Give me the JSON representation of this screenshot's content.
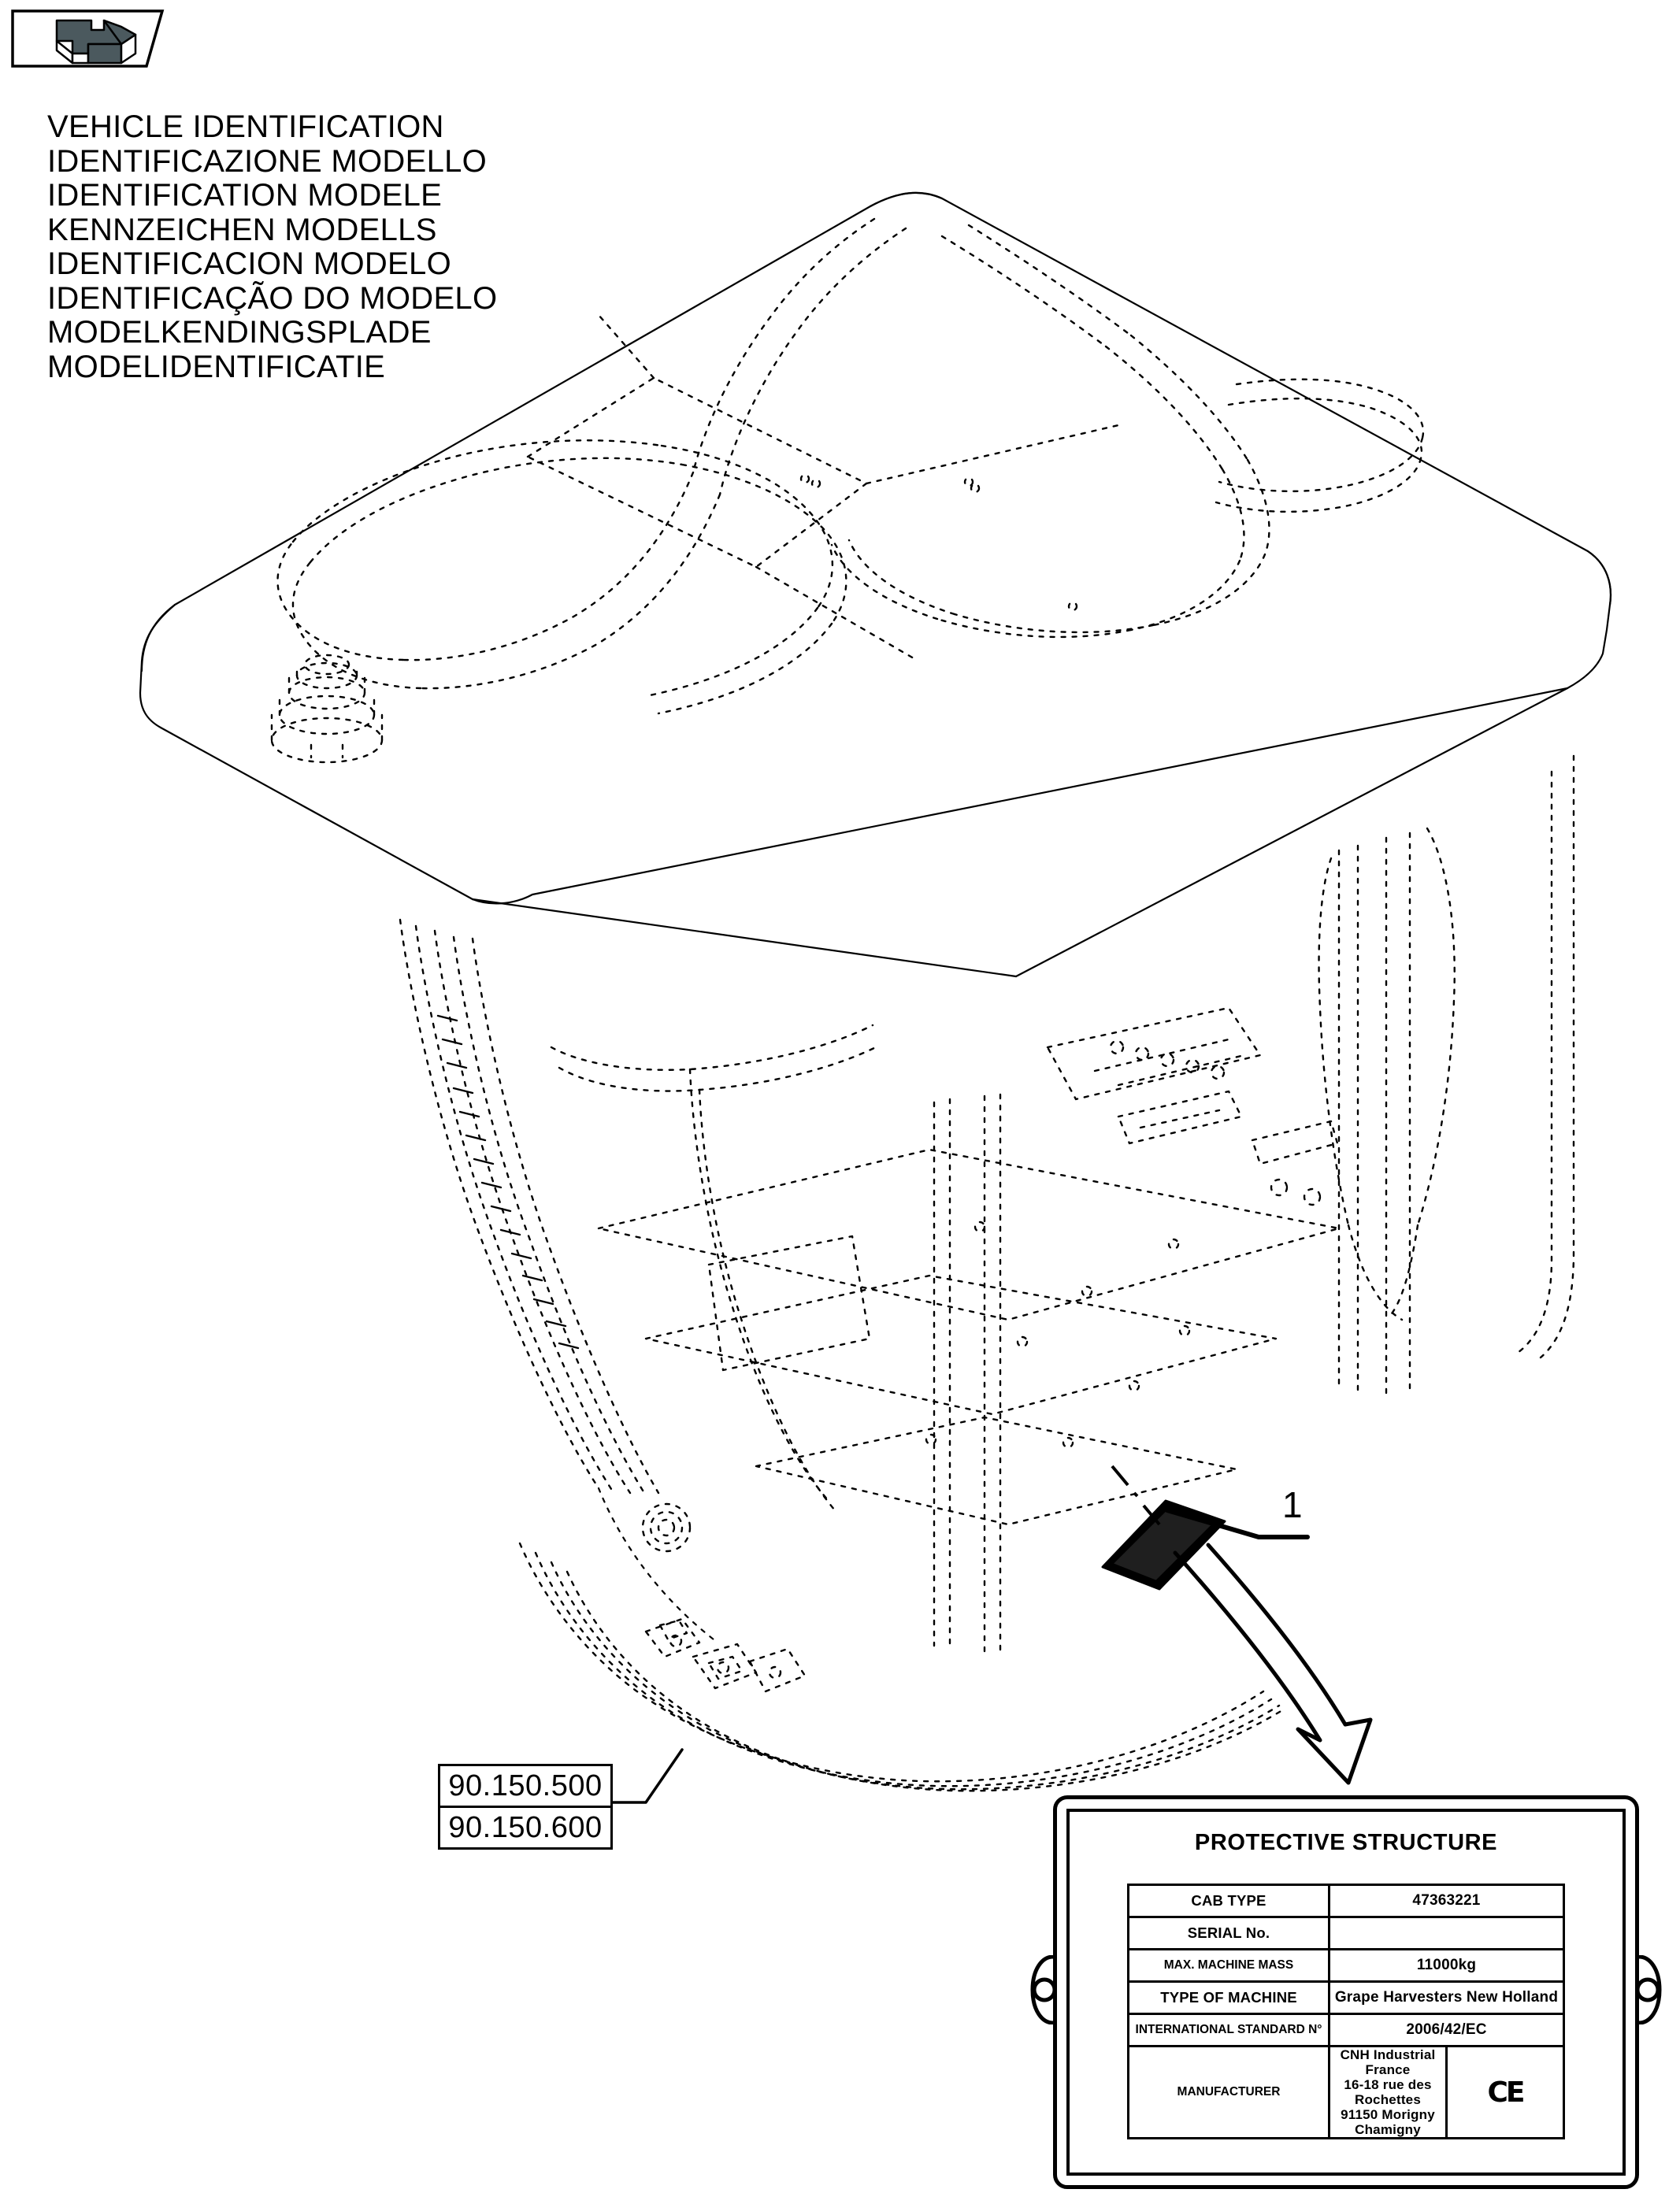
{
  "page": {
    "icon": {
      "name": "exploded-view-arrow-icon",
      "shape": "parallelogram-box-with-3d-arrow"
    }
  },
  "title_block": {
    "lines": [
      "VEHICLE IDENTIFICATION",
      "IDENTIFICAZIONE MODELLO",
      "IDENTIFICATION MODELE",
      "KENNZEICHEN MODELLS",
      "IDENTIFICACION MODELO",
      "IDENTIFICAÇÃO DO MODELO",
      "MODELKENDINGSPLADE",
      "MODELIDENTIFICATIE"
    ]
  },
  "reference_boxes": {
    "items": [
      "90.150.500",
      "90.150.600"
    ]
  },
  "callouts": {
    "item_1": "1"
  },
  "data_plate": {
    "title": "PROTECTIVE STRUCTURE",
    "rows": [
      {
        "label": "CAB TYPE",
        "value": "47363221"
      },
      {
        "label": "SERIAL No.",
        "value": ""
      },
      {
        "label": "MAX. MACHINE MASS",
        "value": "11000kg"
      },
      {
        "label": "TYPE OF MACHINE",
        "value": "Grape Harvesters New Holland"
      },
      {
        "label": "INTERNATIONAL STANDARD N°",
        "value": "2006/42/EC"
      }
    ],
    "manufacturer": {
      "label": "MANUFACTURER",
      "address_lines": [
        "CNH Industrial France",
        "16-18 rue des Rochettes",
        "91150 Morigny Chamigny"
      ],
      "ce_mark": "CE"
    }
  },
  "colors": {
    "line": "#000000",
    "background": "#ffffff",
    "icon_fill": "#4b595e"
  }
}
